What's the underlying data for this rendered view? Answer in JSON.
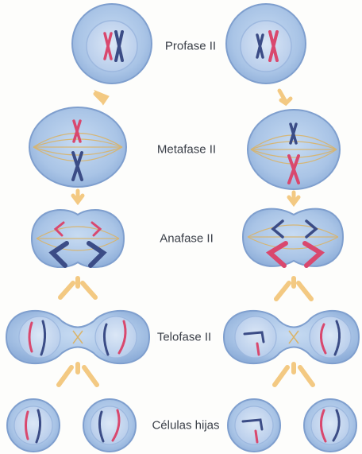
{
  "stages": [
    {
      "id": "profase",
      "label": "Profase II"
    },
    {
      "id": "metafase",
      "label": "Metafase II"
    },
    {
      "id": "anafase",
      "label": "Anafase II"
    },
    {
      "id": "telofase",
      "label": "Telofase II"
    },
    {
      "id": "celulas",
      "label": "Células hijas"
    }
  ],
  "colors": {
    "cell_fill": "#a9c4e6",
    "cell_edge": "#7f9fce",
    "nucleus": "#c3d6ef",
    "chromosome_red": "#d9486e",
    "chromosome_blue": "#3b4c86",
    "spindle": "#d9b46a",
    "arrow": "#f3c982"
  }
}
